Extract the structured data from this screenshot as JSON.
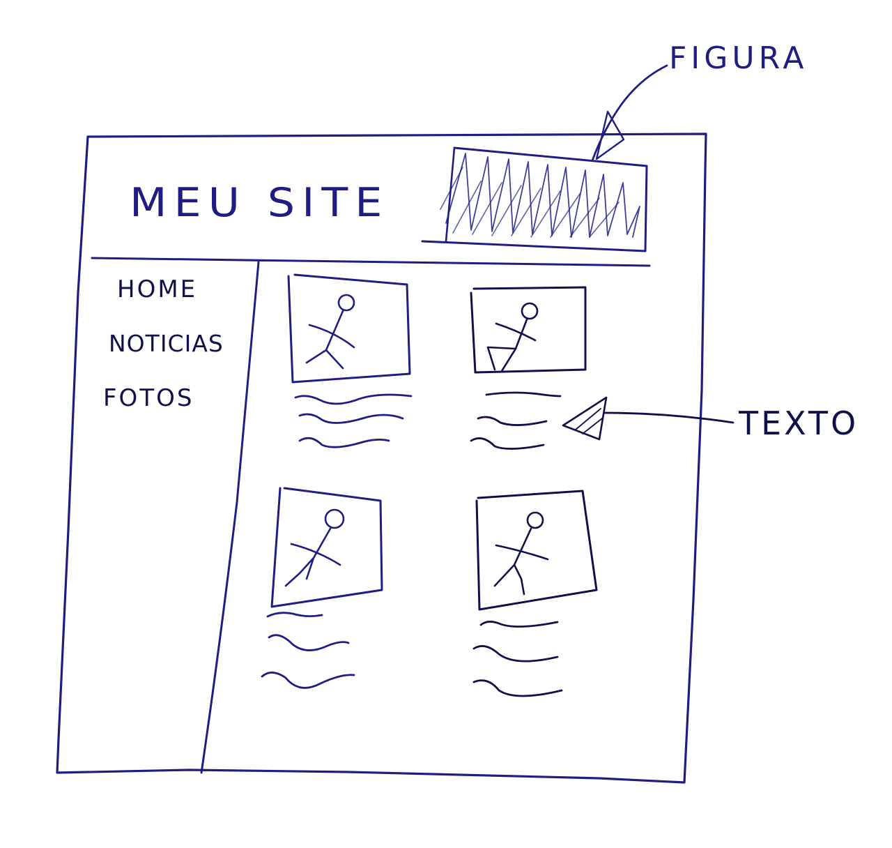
{
  "header": {
    "title": "MEU SITE"
  },
  "sidebar": {
    "items": [
      {
        "label": "HOME"
      },
      {
        "label": "NOTICIAS"
      },
      {
        "label": "FOTOS"
      }
    ]
  },
  "annotations": {
    "figure": "FIGURA",
    "text": "TEXTO"
  },
  "cards": [
    {
      "image": "person-image",
      "text_lines": 3
    },
    {
      "image": "person-image",
      "text_lines": 3
    },
    {
      "image": "person-image",
      "text_lines": 3
    },
    {
      "image": "person-image",
      "text_lines": 3
    }
  ],
  "colors": {
    "ink": "#1f1d82",
    "ink_dark": "#10104a",
    "paper": "#ffffff"
  }
}
